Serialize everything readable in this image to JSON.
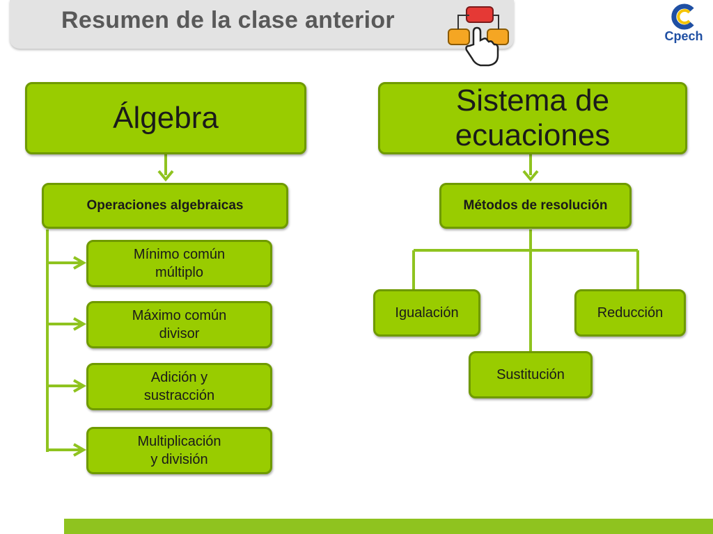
{
  "header": {
    "title": "Resumen de la clase anterior",
    "icon": "flowchart-hand-icon"
  },
  "logo": {
    "text": "Cpech",
    "icon": "cpech-logo-icon"
  },
  "left_branch": {
    "main": "Álgebra",
    "sub": "Operaciones algebraicas",
    "items": [
      "Mínimo común\nmúltiplo",
      "Máximo común\ndivisor",
      "Adición y\nsustracción",
      "Multiplicación\ny división"
    ]
  },
  "right_branch": {
    "main": "Sistema de\necuaciones",
    "sub": "Métodos de resolución",
    "methods": [
      "Igualación",
      "Sustitución",
      "Reducción"
    ]
  },
  "colors": {
    "box_fill": "#99cc00",
    "box_border": "#6f9a00",
    "connector": "#8fc31f",
    "title_text": "#595959"
  }
}
